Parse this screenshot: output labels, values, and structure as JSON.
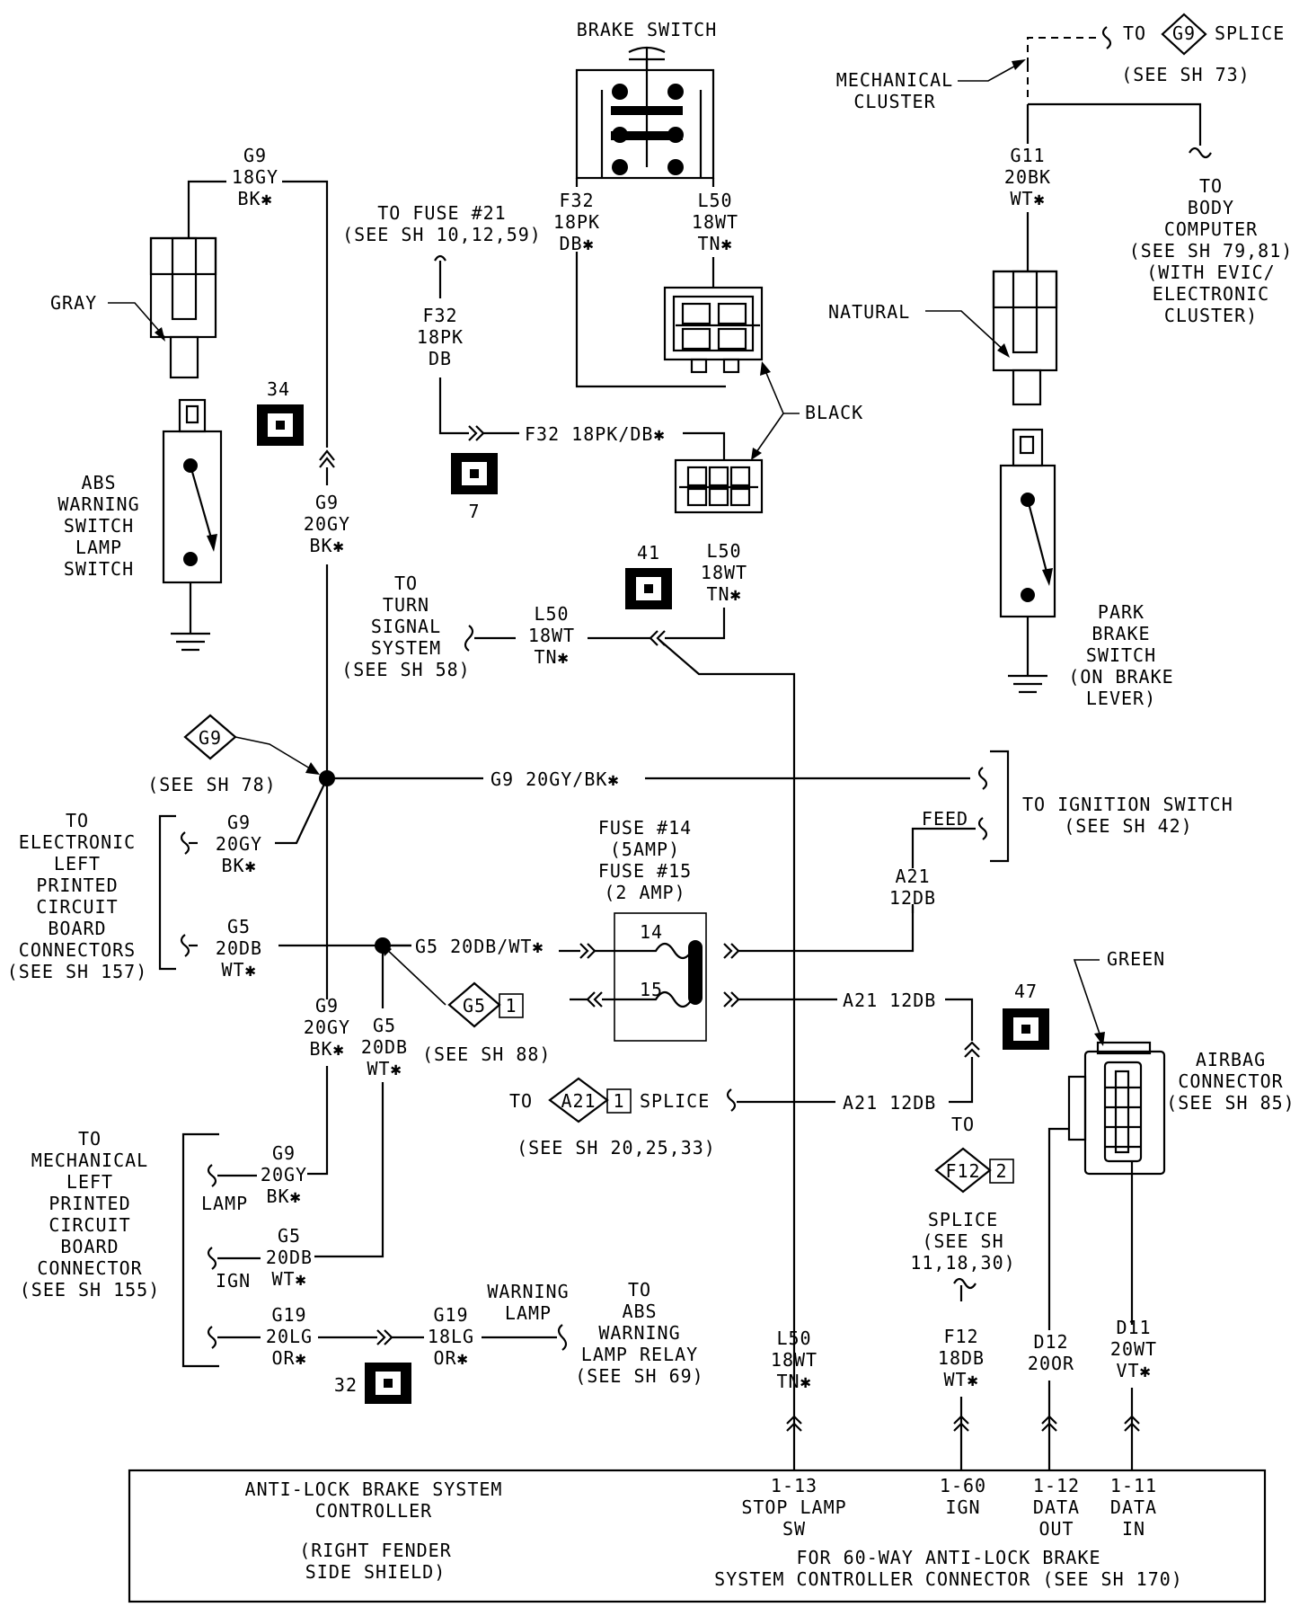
{
  "labels": {
    "brake_switch": "BRAKE SWITCH",
    "to_g9_splice_to": "TO",
    "to_g9_splice_id": "G9",
    "to_g9_splice_word": "SPLICE",
    "see_sh_73": "(SEE SH 73)",
    "mechanical": "MECHANICAL",
    "cluster": "CLUSTER",
    "g11_a": "G11",
    "g11_b": "20BK",
    "g11_c": "WT✱",
    "to_body": [
      "TO",
      "BODY",
      "COMPUTER",
      "(SEE SH 79,81)",
      "(WITH EVIC/",
      "ELECTRONIC",
      "CLUSTER)"
    ],
    "natural": "NATURAL",
    "g9_top": [
      "G9",
      "18GY",
      "BK✱"
    ],
    "gray": "GRAY",
    "to_fuse21": [
      "TO FUSE #21",
      "(SEE SH 10,12,59)"
    ],
    "f32_left": [
      "F32",
      "18PK",
      "DB✱"
    ],
    "l50_top": [
      "L50",
      "18WT",
      "TN✱"
    ],
    "f32_mid": [
      "F32",
      "18PK",
      "DB"
    ],
    "f32_horiz": "F32 18PK/DB✱",
    "black": "BLACK",
    "conn_34": "34",
    "conn_7": "7",
    "conn_41": "41",
    "conn_47": "47",
    "conn_32": "32",
    "abs_warning": [
      "ABS",
      "WARNING",
      "SWITCH",
      "LAMP",
      "SWITCH"
    ],
    "g9_mid": [
      "G9",
      "20GY",
      "BK✱"
    ],
    "l50_mid": [
      "L50",
      "18WT",
      "TN✱"
    ],
    "to_turn": [
      "TO",
      "TURN",
      "SIGNAL",
      "SYSTEM",
      "(SEE SH 58)"
    ],
    "l50_turn": [
      "L50",
      "18WT",
      "TN✱"
    ],
    "park_brake": [
      "PARK",
      "BRAKE",
      "SWITCH",
      "(ON BRAKE",
      "LEVER)"
    ],
    "g9_diamond": "G9",
    "see_sh_78": "(SEE SH 78)",
    "g9_horiz": "G9 20GY/BK✱",
    "to_ignition": [
      "TO IGNITION SWITCH",
      "(SEE SH 42)"
    ],
    "feed": "FEED",
    "to_electronic": [
      "TO",
      "ELECTRONIC",
      "LEFT",
      "PRINTED",
      "CIRCUIT",
      "BOARD",
      "CONNECTORS",
      "(SEE SH 157)"
    ],
    "g9_elec": [
      "G9",
      "20GY",
      "BK✱"
    ],
    "g5_elec": [
      "G5",
      "20DB",
      "WT✱"
    ],
    "fuse_label": [
      "FUSE #14",
      "(5AMP)",
      "FUSE #15",
      "(2 AMP)"
    ],
    "a21_right": [
      "A21",
      "12DB"
    ],
    "g5_horiz": "G5 20DB/WT✱",
    "fuse_14": "14",
    "fuse_15": "15",
    "a21_horiz_1": "A21 12DB",
    "g5_diamond": "G5",
    "g5_diamond_num": "1",
    "see_sh_88": "(SEE SH 88)",
    "g9_lower": [
      "G9",
      "20GY",
      "BK✱"
    ],
    "g5_lower": [
      "G5",
      "20DB",
      "WT✱"
    ],
    "green": "GREEN",
    "airbag": [
      "AIRBAG",
      "CONNECTOR",
      "(SEE SH 85)"
    ],
    "a21_splice_to": "TO",
    "a21_diamond": "A21",
    "a21_diamond_num": "1",
    "a21_splice_word": "SPLICE",
    "a21_horiz_2": "A21 12DB",
    "see_sh_20": "(SEE SH 20,25,33)",
    "to_mechanical": [
      "TO",
      "MECHANICAL",
      "LEFT",
      "PRINTED",
      "CIRCUIT",
      "BOARD",
      "CONNECTOR",
      "(SEE SH 155)"
    ],
    "g9_mech": [
      "G9",
      "20GY",
      "BK✱"
    ],
    "lamp": "LAMP",
    "g5_mech": [
      "G5",
      "20DB",
      "WT✱"
    ],
    "ign": "IGN",
    "g19_left": [
      "G19",
      "20LG",
      "OR✱"
    ],
    "g19_right": [
      "G19",
      "18LG",
      "OR✱"
    ],
    "warning_lamp": [
      "WARNING",
      "LAMP"
    ],
    "to_abs_relay": [
      "TO",
      "ABS",
      "WARNING",
      "LAMP RELAY",
      "(SEE SH 69)"
    ],
    "f12_to": "TO",
    "f12_diamond": "F12",
    "f12_diamond_num": "2",
    "f12_splice": [
      "SPLICE",
      "(SEE SH",
      "11,18,30)"
    ],
    "l50_bottom": [
      "L50",
      "18WT",
      "TN✱"
    ],
    "f12_bottom": [
      "F12",
      "18DB",
      "WT✱"
    ],
    "d12_bottom": [
      "D12",
      "20OR"
    ],
    "d11_bottom": [
      "D11",
      "20WT",
      "VT✱"
    ],
    "controller": [
      "ANTI-LOCK BRAKE SYSTEM",
      "CONTROLLER"
    ],
    "right_fender": [
      "(RIGHT FENDER",
      "SIDE SHIELD)"
    ],
    "pin_113": [
      "1-13",
      "STOP LAMP",
      "SW"
    ],
    "pin_160": [
      "1-60",
      "IGN"
    ],
    "pin_112": [
      "1-12",
      "DATA",
      "OUT"
    ],
    "pin_111": [
      "1-11",
      "DATA",
      "IN"
    ],
    "for_60way": [
      "FOR 60-WAY ANTI-LOCK BRAKE",
      "SYSTEM CONTROLLER CONNECTOR (SEE SH 170)"
    ]
  }
}
